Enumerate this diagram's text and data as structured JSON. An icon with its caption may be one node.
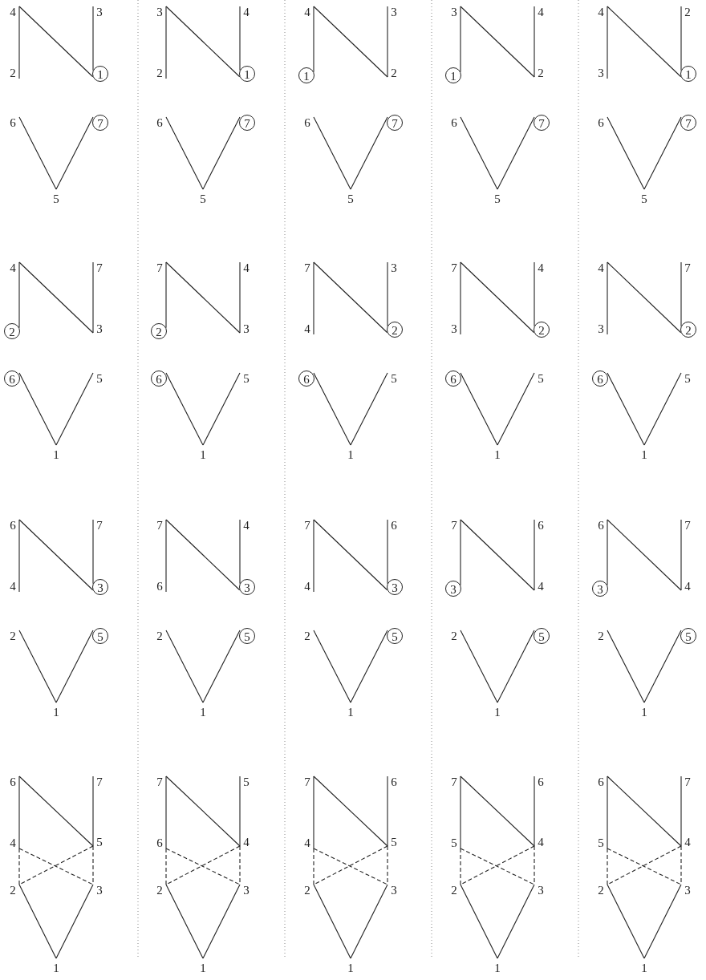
{
  "diagram": {
    "nodes": [
      {
        "text": [
          "4"
        ]
      },
      {
        "text": [
          "3"
        ]
      },
      {
        "text": [
          "2"
        ]
      },
      {
        "text": [
          "1"
        ]
      },
      {
        "text": [
          "6"
        ]
      },
      {
        "text": [
          "7"
        ]
      },
      {
        "text": [
          "5"
        ]
      },
      {
        "text": [
          "3"
        ]
      },
      {
        "text": [
          "4"
        ]
      },
      {
        "text": [
          "2"
        ]
      },
      {
        "text": [
          "1"
        ]
      },
      {
        "text": [
          "6"
        ]
      },
      {
        "text": [
          "7"
        ]
      },
      {
        "text": [
          "5"
        ]
      },
      {
        "text": [
          "4"
        ]
      },
      {
        "text": [
          "3"
        ]
      },
      {
        "text": [
          "1"
        ]
      },
      {
        "text": [
          "2"
        ]
      },
      {
        "text": [
          "6"
        ]
      },
      {
        "text": [
          "7"
        ]
      },
      {
        "text": [
          "5"
        ]
      },
      {
        "text": [
          "3"
        ]
      },
      {
        "text": [
          "4"
        ]
      },
      {
        "text": [
          "1"
        ]
      },
      {
        "text": [
          "2"
        ]
      },
      {
        "text": [
          "6"
        ]
      },
      {
        "text": [
          "7"
        ]
      },
      {
        "text": [
          "5"
        ]
      },
      {
        "text": [
          "4"
        ]
      },
      {
        "text": [
          "2"
        ]
      },
      {
        "text": [
          "3"
        ]
      },
      {
        "text": [
          "1"
        ]
      },
      {
        "text": [
          "6"
        ]
      },
      {
        "text": [
          "7"
        ]
      },
      {
        "text": [
          "5"
        ]
      },
      {
        "text": [
          "4"
        ]
      },
      {
        "text": [
          "7"
        ]
      },
      {
        "text": [
          "2"
        ]
      },
      {
        "text": [
          "3"
        ]
      },
      {
        "text": [
          "6"
        ]
      },
      {
        "text": [
          "5"
        ]
      },
      {
        "text": [
          "1"
        ]
      },
      {
        "text": [
          "7"
        ]
      },
      {
        "text": [
          "4"
        ]
      },
      {
        "text": [
          "2"
        ]
      },
      {
        "text": [
          "3"
        ]
      },
      {
        "text": [
          "6"
        ]
      },
      {
        "text": [
          "5"
        ]
      },
      {
        "text": [
          "1"
        ]
      },
      {
        "text": [
          "7"
        ]
      },
      {
        "text": [
          "3"
        ]
      },
      {
        "text": [
          "4"
        ]
      },
      {
        "text": [
          "2"
        ]
      },
      {
        "text": [
          "6"
        ]
      },
      {
        "text": [
          "5"
        ]
      },
      {
        "text": [
          "1"
        ]
      },
      {
        "text": [
          "7"
        ]
      },
      {
        "text": [
          "4"
        ]
      },
      {
        "text": [
          "3"
        ]
      },
      {
        "text": [
          "2"
        ]
      },
      {
        "text": [
          "6"
        ]
      },
      {
        "text": [
          "5"
        ]
      },
      {
        "text": [
          "1"
        ]
      },
      {
        "text": [
          "4"
        ]
      },
      {
        "text": [
          "7"
        ]
      },
      {
        "text": [
          "3"
        ]
      },
      {
        "text": [
          "2"
        ]
      },
      {
        "text": [
          "6"
        ]
      },
      {
        "text": [
          "5"
        ]
      },
      {
        "text": [
          "1"
        ]
      },
      {
        "text": [
          "6"
        ]
      },
      {
        "text": [
          "7"
        ]
      },
      {
        "text": [
          "4"
        ]
      },
      {
        "text": [
          "3"
        ]
      },
      {
        "text": [
          "2"
        ]
      },
      {
        "text": [
          "5"
        ]
      },
      {
        "text": [
          "1"
        ]
      },
      {
        "text": [
          "7"
        ]
      },
      {
        "text": [
          "4"
        ]
      },
      {
        "text": [
          "6"
        ]
      },
      {
        "text": [
          "3"
        ]
      },
      {
        "text": [
          "2"
        ]
      },
      {
        "text": [
          "5"
        ]
      },
      {
        "text": [
          "1"
        ]
      },
      {
        "text": [
          "7"
        ]
      },
      {
        "text": [
          "6"
        ]
      },
      {
        "text": [
          "4"
        ]
      },
      {
        "text": [
          "3"
        ]
      },
      {
        "text": [
          "2"
        ]
      },
      {
        "text": [
          "5"
        ]
      },
      {
        "text": [
          "1"
        ]
      },
      {
        "text": [
          "7"
        ]
      },
      {
        "text": [
          "6"
        ]
      },
      {
        "text": [
          "3"
        ]
      },
      {
        "text": [
          "4"
        ]
      },
      {
        "text": [
          "2"
        ]
      },
      {
        "text": [
          "5"
        ]
      },
      {
        "text": [
          "1"
        ]
      },
      {
        "text": [
          "6"
        ]
      },
      {
        "text": [
          "7"
        ]
      },
      {
        "text": [
          "3"
        ]
      },
      {
        "text": [
          "4"
        ]
      },
      {
        "text": [
          "2"
        ]
      },
      {
        "text": [
          "5"
        ]
      },
      {
        "text": [
          "1"
        ]
      },
      {
        "text": [
          "6"
        ]
      },
      {
        "text": [
          "7"
        ]
      },
      {
        "text": [
          "4"
        ]
      },
      {
        "text": [
          "5"
        ]
      },
      {
        "text": [
          "2"
        ]
      },
      {
        "text": [
          "3"
        ]
      },
      {
        "text": [
          "1"
        ]
      },
      {
        "text": [
          "7"
        ]
      },
      {
        "text": [
          "5"
        ]
      },
      {
        "text": [
          "6"
        ]
      },
      {
        "text": [
          "4"
        ]
      },
      {
        "text": [
          "2"
        ]
      },
      {
        "text": [
          "3"
        ]
      },
      {
        "text": [
          "1"
        ]
      },
      {
        "text": [
          "7"
        ]
      },
      {
        "text": [
          "6"
        ]
      },
      {
        "text": [
          "4"
        ]
      },
      {
        "text": [
          "5"
        ]
      },
      {
        "text": [
          "2"
        ]
      },
      {
        "text": [
          "3"
        ]
      },
      {
        "text": [
          "1"
        ]
      },
      {
        "text": [
          "7"
        ]
      },
      {
        "text": [
          "6"
        ]
      },
      {
        "text": [
          "5"
        ]
      },
      {
        "text": [
          "4"
        ]
      },
      {
        "text": [
          "2"
        ]
      },
      {
        "text": [
          "3"
        ]
      },
      {
        "text": [
          "1"
        ]
      },
      {
        "text": [
          "6"
        ]
      },
      {
        "text": [
          "7"
        ]
      },
      {
        "text": [
          "5"
        ]
      },
      {
        "text": [
          "4"
        ]
      },
      {
        "text": [
          "2"
        ]
      },
      {
        "text": [
          "3"
        ]
      },
      {
        "text": [
          "1"
        ]
      }
    ],
    "edges": [
      {
        "from": 0,
        "to": 2,
        "arrow": "none"
      },
      {
        "from": 0,
        "to": 3,
        "arrow": "none"
      },
      {
        "from": 1,
        "to": 3,
        "arrow": "none"
      },
      {
        "from": 4,
        "to": 6,
        "arrow": "none"
      },
      {
        "from": 6,
        "to": 5,
        "arrow": "none"
      },
      {
        "from": 7,
        "to": 9,
        "arrow": "none"
      },
      {
        "from": 7,
        "to": 10,
        "arrow": "none"
      },
      {
        "from": 8,
        "to": 10,
        "arrow": "none"
      },
      {
        "from": 11,
        "to": 13,
        "arrow": "none"
      },
      {
        "from": 13,
        "to": 12,
        "arrow": "none"
      },
      {
        "from": 14,
        "to": 16,
        "arrow": "none"
      },
      {
        "from": 14,
        "to": 17,
        "arrow": "none"
      },
      {
        "from": 15,
        "to": 17,
        "arrow": "none"
      },
      {
        "from": 18,
        "to": 20,
        "arrow": "none"
      },
      {
        "from": 20,
        "to": 19,
        "arrow": "none"
      },
      {
        "from": 21,
        "to": 23,
        "arrow": "none"
      },
      {
        "from": 21,
        "to": 24,
        "arrow": "none"
      },
      {
        "from": 22,
        "to": 24,
        "arrow": "none"
      },
      {
        "from": 25,
        "to": 27,
        "arrow": "none"
      },
      {
        "from": 27,
        "to": 26,
        "arrow": "none"
      },
      {
        "from": 28,
        "to": 30,
        "arrow": "none"
      },
      {
        "from": 28,
        "to": 31,
        "arrow": "none"
      },
      {
        "from": 29,
        "to": 31,
        "arrow": "none"
      },
      {
        "from": 32,
        "to": 34,
        "arrow": "none"
      },
      {
        "from": 34,
        "to": 33,
        "arrow": "none"
      },
      {
        "from": 35,
        "to": 37,
        "arrow": "none"
      },
      {
        "from": 35,
        "to": 38,
        "arrow": "none"
      },
      {
        "from": 36,
        "to": 38,
        "arrow": "none"
      },
      {
        "from": 39,
        "to": 41,
        "arrow": "none"
      },
      {
        "from": 41,
        "to": 40,
        "arrow": "none"
      },
      {
        "from": 42,
        "to": 44,
        "arrow": "none"
      },
      {
        "from": 42,
        "to": 45,
        "arrow": "none"
      },
      {
        "from": 43,
        "to": 45,
        "arrow": "none"
      },
      {
        "from": 46,
        "to": 48,
        "arrow": "none"
      },
      {
        "from": 48,
        "to": 47,
        "arrow": "none"
      },
      {
        "from": 49,
        "to": 51,
        "arrow": "none"
      },
      {
        "from": 49,
        "to": 52,
        "arrow": "none"
      },
      {
        "from": 50,
        "to": 52,
        "arrow": "none"
      },
      {
        "from": 53,
        "to": 55,
        "arrow": "none"
      },
      {
        "from": 55,
        "to": 54,
        "arrow": "none"
      },
      {
        "from": 56,
        "to": 58,
        "arrow": "none"
      },
      {
        "from": 56,
        "to": 59,
        "arrow": "none"
      },
      {
        "from": 57,
        "to": 59,
        "arrow": "none"
      },
      {
        "from": 60,
        "to": 62,
        "arrow": "none"
      },
      {
        "from": 62,
        "to": 61,
        "arrow": "none"
      },
      {
        "from": 63,
        "to": 65,
        "arrow": "none"
      },
      {
        "from": 63,
        "to": 66,
        "arrow": "none"
      },
      {
        "from": 64,
        "to": 66,
        "arrow": "none"
      },
      {
        "from": 67,
        "to": 69,
        "arrow": "none"
      },
      {
        "from": 69,
        "to": 68,
        "arrow": "none"
      },
      {
        "from": 70,
        "to": 72,
        "arrow": "none"
      },
      {
        "from": 70,
        "to": 73,
        "arrow": "none"
      },
      {
        "from": 71,
        "to": 73,
        "arrow": "none"
      },
      {
        "from": 74,
        "to": 76,
        "arrow": "none"
      },
      {
        "from": 76,
        "to": 75,
        "arrow": "none"
      },
      {
        "from": 77,
        "to": 79,
        "arrow": "none"
      },
      {
        "from": 77,
        "to": 80,
        "arrow": "none"
      },
      {
        "from": 78,
        "to": 80,
        "arrow": "none"
      },
      {
        "from": 81,
        "to": 83,
        "arrow": "none"
      },
      {
        "from": 83,
        "to": 82,
        "arrow": "none"
      },
      {
        "from": 84,
        "to": 86,
        "arrow": "none"
      },
      {
        "from": 84,
        "to": 87,
        "arrow": "none"
      },
      {
        "from": 85,
        "to": 87,
        "arrow": "none"
      },
      {
        "from": 88,
        "to": 90,
        "arrow": "none"
      },
      {
        "from": 90,
        "to": 89,
        "arrow": "none"
      },
      {
        "from": 91,
        "to": 93,
        "arrow": "none"
      },
      {
        "from": 91,
        "to": 94,
        "arrow": "none"
      },
      {
        "from": 92,
        "to": 94,
        "arrow": "none"
      },
      {
        "from": 95,
        "to": 97,
        "arrow": "none"
      },
      {
        "from": 97,
        "to": 96,
        "arrow": "none"
      },
      {
        "from": 98,
        "to": 100,
        "arrow": "none"
      },
      {
        "from": 98,
        "to": 101,
        "arrow": "none"
      },
      {
        "from": 99,
        "to": 101,
        "arrow": "none"
      },
      {
        "from": 102,
        "to": 104,
        "arrow": "none"
      },
      {
        "from": 104,
        "to": 103,
        "arrow": "none"
      },
      {
        "from": 105,
        "to": 107,
        "arrow": "none"
      },
      {
        "from": 105,
        "to": 108,
        "arrow": "none"
      },
      {
        "from": 106,
        "to": 108,
        "arrow": "none"
      },
      {
        "from": 107,
        "to": 109,
        "arrow": "none",
        "style": "dashed"
      },
      {
        "from": 108,
        "to": 110,
        "arrow": "none",
        "style": "dashed"
      },
      {
        "from": 107,
        "to": 110,
        "arrow": "none",
        "style": "dashed"
      },
      {
        "from": 108,
        "to": 109,
        "arrow": "none",
        "style": "dashed"
      },
      {
        "from": 109,
        "to": 111,
        "arrow": "none"
      },
      {
        "from": 110,
        "to": 111,
        "arrow": "none"
      },
      {
        "from": 112,
        "to": 114,
        "arrow": "none"
      },
      {
        "from": 112,
        "to": 115,
        "arrow": "none"
      },
      {
        "from": 113,
        "to": 115,
        "arrow": "none"
      },
      {
        "from": 114,
        "to": 116,
        "arrow": "none",
        "style": "dashed"
      },
      {
        "from": 115,
        "to": 117,
        "arrow": "none",
        "style": "dashed"
      },
      {
        "from": 114,
        "to": 117,
        "arrow": "none",
        "style": "dashed"
      },
      {
        "from": 115,
        "to": 116,
        "arrow": "none",
        "style": "dashed"
      },
      {
        "from": 116,
        "to": 118,
        "arrow": "none"
      },
      {
        "from": 117,
        "to": 118,
        "arrow": "none"
      },
      {
        "from": 119,
        "to": 121,
        "arrow": "none"
      },
      {
        "from": 119,
        "to": 122,
        "arrow": "none"
      },
      {
        "from": 120,
        "to": 122,
        "arrow": "none"
      },
      {
        "from": 121,
        "to": 123,
        "arrow": "none",
        "style": "dashed"
      },
      {
        "from": 122,
        "to": 124,
        "arrow": "none",
        "style": "dashed"
      },
      {
        "from": 121,
        "to": 124,
        "arrow": "none",
        "style": "dashed"
      },
      {
        "from": 122,
        "to": 123,
        "arrow": "none",
        "style": "dashed"
      },
      {
        "from": 123,
        "to": 125,
        "arrow": "none"
      },
      {
        "from": 124,
        "to": 125,
        "arrow": "none"
      },
      {
        "from": 126,
        "to": 128,
        "arrow": "none"
      },
      {
        "from": 126,
        "to": 129,
        "arrow": "none"
      },
      {
        "from": 127,
        "to": 129,
        "arrow": "none"
      },
      {
        "from": 128,
        "to": 130,
        "arrow": "none",
        "style": "dashed"
      },
      {
        "from": 129,
        "to": 131,
        "arrow": "none",
        "style": "dashed"
      },
      {
        "from": 128,
        "to": 131,
        "arrow": "none",
        "style": "dashed"
      },
      {
        "from": 129,
        "to": 130,
        "arrow": "none",
        "style": "dashed"
      },
      {
        "from": 130,
        "to": 132,
        "arrow": "none"
      },
      {
        "from": 131,
        "to": 132,
        "arrow": "none"
      },
      {
        "from": 133,
        "to": 135,
        "arrow": "none"
      },
      {
        "from": 133,
        "to": 136,
        "arrow": "none"
      },
      {
        "from": 134,
        "to": 136,
        "arrow": "none"
      },
      {
        "from": 135,
        "to": 137,
        "arrow": "none",
        "style": "dashed"
      },
      {
        "from": 136,
        "to": 138,
        "arrow": "none",
        "style": "dashed"
      },
      {
        "from": 135,
        "to": 138,
        "arrow": "none",
        "style": "dashed"
      },
      {
        "from": 136,
        "to": 137,
        "arrow": "none",
        "style": "dashed"
      },
      {
        "from": 137,
        "to": 139,
        "arrow": "none"
      },
      {
        "from": 138,
        "to": 139,
        "arrow": "none"
      }
    ]
  }
}
